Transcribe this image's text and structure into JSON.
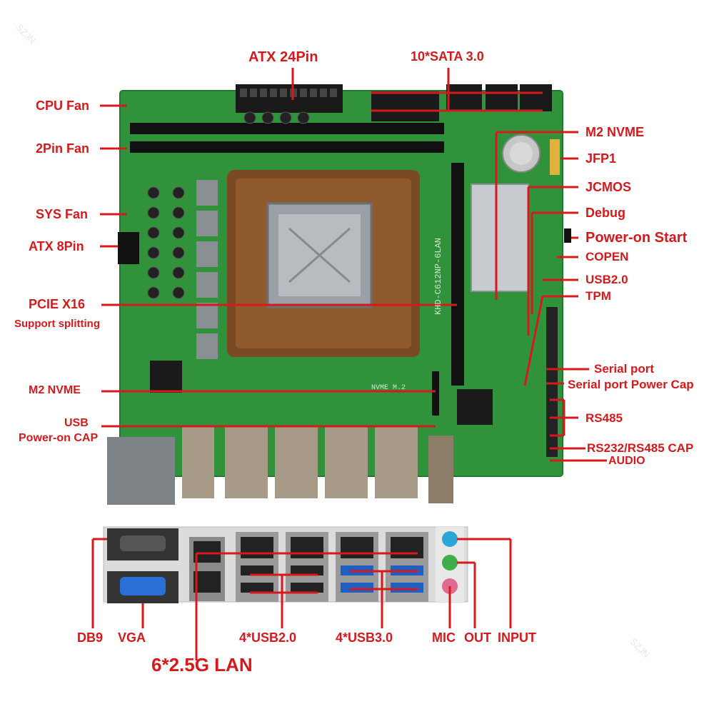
{
  "watermark": "SZJN",
  "labels": {
    "atx24": "ATX 24Pin",
    "sata": "10*SATA 3.0",
    "cpu_fan": "CPU Fan",
    "fan2pin": "2Pin Fan",
    "sys_fan": "SYS Fan",
    "atx8": "ATX 8Pin",
    "pcie": "PCIE X16",
    "pcie_sub": "Support splitting",
    "m2_left": "M2 NVME",
    "usb_cap_1": "USB",
    "usb_cap_2": "Power-on CAP",
    "m2_right": "M2 NVME",
    "jfp1": "JFP1",
    "jcmos": "JCMOS",
    "debug": "Debug",
    "power_on": "Power-on Start",
    "copen": "COPEN",
    "usb2": "USB2.0",
    "tpm": "TPM",
    "serial": "Serial port",
    "serial_cap": "Serial port Power Cap",
    "rs485": "RS485",
    "rs232": "RS232/RS485 CAP",
    "audio": "AUDIO",
    "db9": "DB9",
    "vga": "VGA",
    "lan": "6*2.5G LAN",
    "usb2x4": "4*USB2.0",
    "usb3x4": "4*USB3.0",
    "mic": "MIC",
    "out": "OUT",
    "input": "INPUT"
  },
  "board": {
    "model": "KHD-C612NP-6LAN",
    "silk": "NVME M.2"
  },
  "colors": {
    "label": "#d7191c",
    "pcb": "#2f8f3a",
    "pcb_dark": "#1f6e2a",
    "copper": "#7a4a24",
    "steel": "#9aa0a6"
  }
}
